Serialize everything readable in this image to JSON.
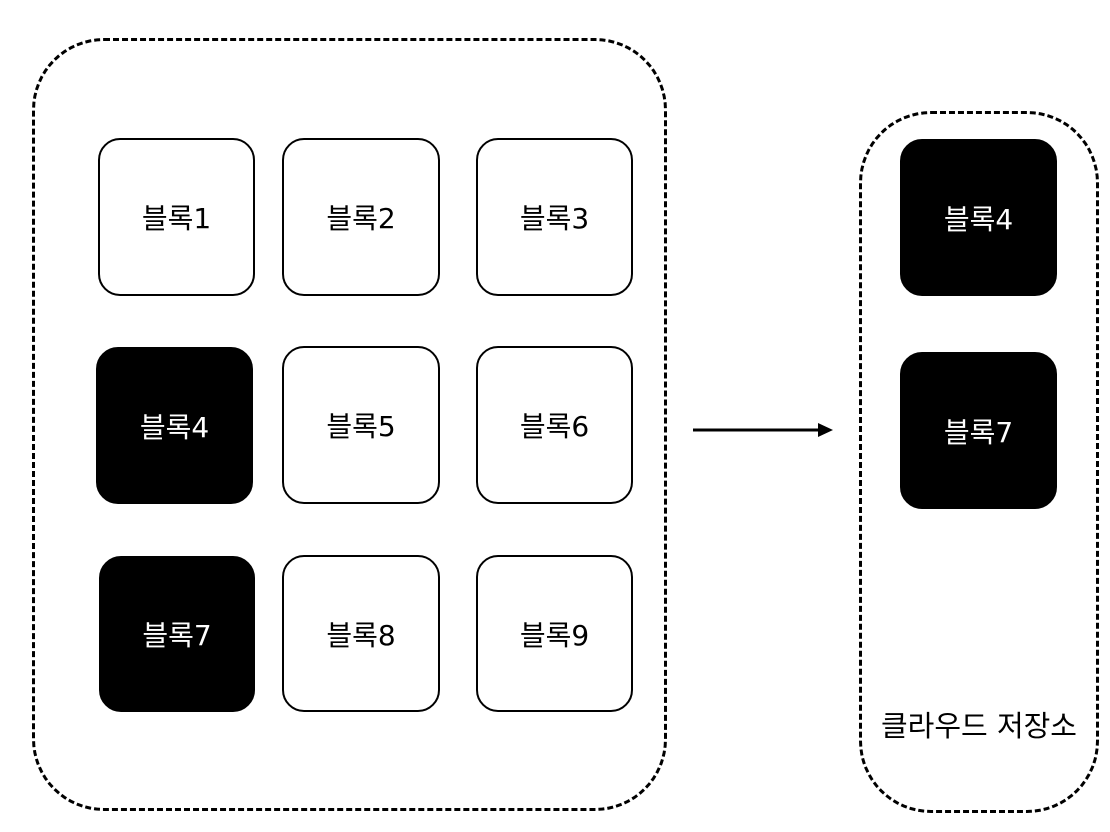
{
  "blocks": {
    "b1": "블록1",
    "b2": "블록2",
    "b3": "블록3",
    "b4": "블록4",
    "b5": "블록5",
    "b6": "블록6",
    "b7": "블록7",
    "b8": "블록8",
    "b9": "블록9"
  },
  "cloud": {
    "label": "클라우드 저장소",
    "items": [
      "블록4",
      "블록7"
    ]
  },
  "colors": {
    "selected_fill": "#000000",
    "default_fill": "#ffffff",
    "border": "#000000"
  }
}
